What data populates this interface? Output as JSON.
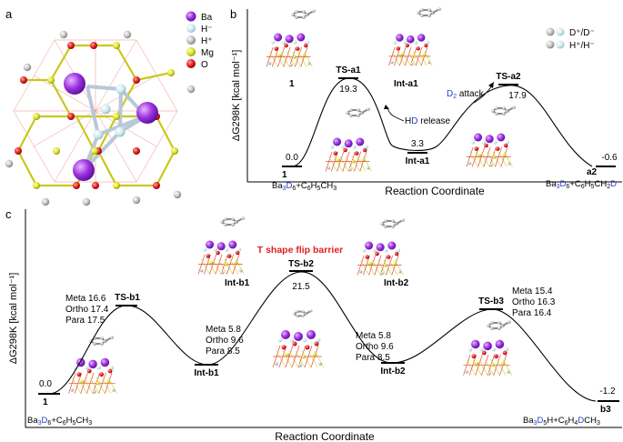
{
  "panels": {
    "a": "a",
    "b": "b",
    "c": "c"
  },
  "legend_a": [
    {
      "label": "Ba",
      "color": "#9b30e0"
    },
    {
      "label": "H⁻",
      "color": "#c8e4ec"
    },
    {
      "label": "H⁺",
      "color": "#b8b8b8"
    },
    {
      "label": "Mg",
      "color": "#dede2a"
    },
    {
      "label": "O",
      "color": "#e01c1c"
    }
  ],
  "legend_b": [
    {
      "label": "D⁺/D⁻"
    },
    {
      "label": "H⁺/H⁻"
    }
  ],
  "panel_b": {
    "ylabel": "ΔG298K [kcal mol⁻¹]",
    "xlabel": "Reaction Coordinate",
    "annotations": {
      "hd_release": "HD release",
      "d2_attack": "D2 attack"
    },
    "states": [
      {
        "name": "1",
        "value": "0.0",
        "formula": "Ba3D6+C6H5CH3"
      },
      {
        "name": "TS-a1",
        "value": "19.3"
      },
      {
        "name": "Int-a1",
        "value": "3.3"
      },
      {
        "name": "TS-a2",
        "value": "17.9"
      },
      {
        "name": "a2",
        "value": "-0.6",
        "formula": "Ba3D6+C6H5CH2D"
      }
    ],
    "structure_labels": {
      "s1": "1",
      "int_a1": "Int-a1"
    }
  },
  "panel_c": {
    "ylabel": "ΔG298K [kcal mol⁻¹]",
    "xlabel": "Reaction Coordinate",
    "flip_title": "T shape flip barrier",
    "states": [
      {
        "name": "1",
        "value": "0.0",
        "formula": "Ba3D6+C6H5CH3"
      },
      {
        "name": "TS-b1",
        "lines": [
          "Meta 16.6",
          "Ortho 17.4",
          "Para 17.5"
        ]
      },
      {
        "name": "Int-b1",
        "lines": [
          "Meta 5.8",
          "Ortho 9.6",
          "Para 8.5"
        ]
      },
      {
        "name": "TS-b2",
        "value": "21.5"
      },
      {
        "name": "Int-b2",
        "lines": [
          "Meta 5.8",
          "Ortho 9.6",
          "Para 8.5"
        ]
      },
      {
        "name": "TS-b3",
        "lines": [
          "Meta 15.4",
          "Ortho 16.3",
          "Para 16.4"
        ]
      },
      {
        "name": "b3",
        "value": "-1.2",
        "formula": "Ba3D5H+C6H4DCH3"
      }
    ],
    "structure_labels": {
      "int_b1": "Int-b1",
      "int_b2": "Int-b2"
    }
  },
  "colors": {
    "ba": "#9b30e0",
    "mg": "#dede2a",
    "o": "#e01c1c",
    "h_plus": "#b8b8b8",
    "h_minus": "#c8e4ec",
    "deuterium": "#2a3cc8",
    "flip_title": "#e02020"
  }
}
